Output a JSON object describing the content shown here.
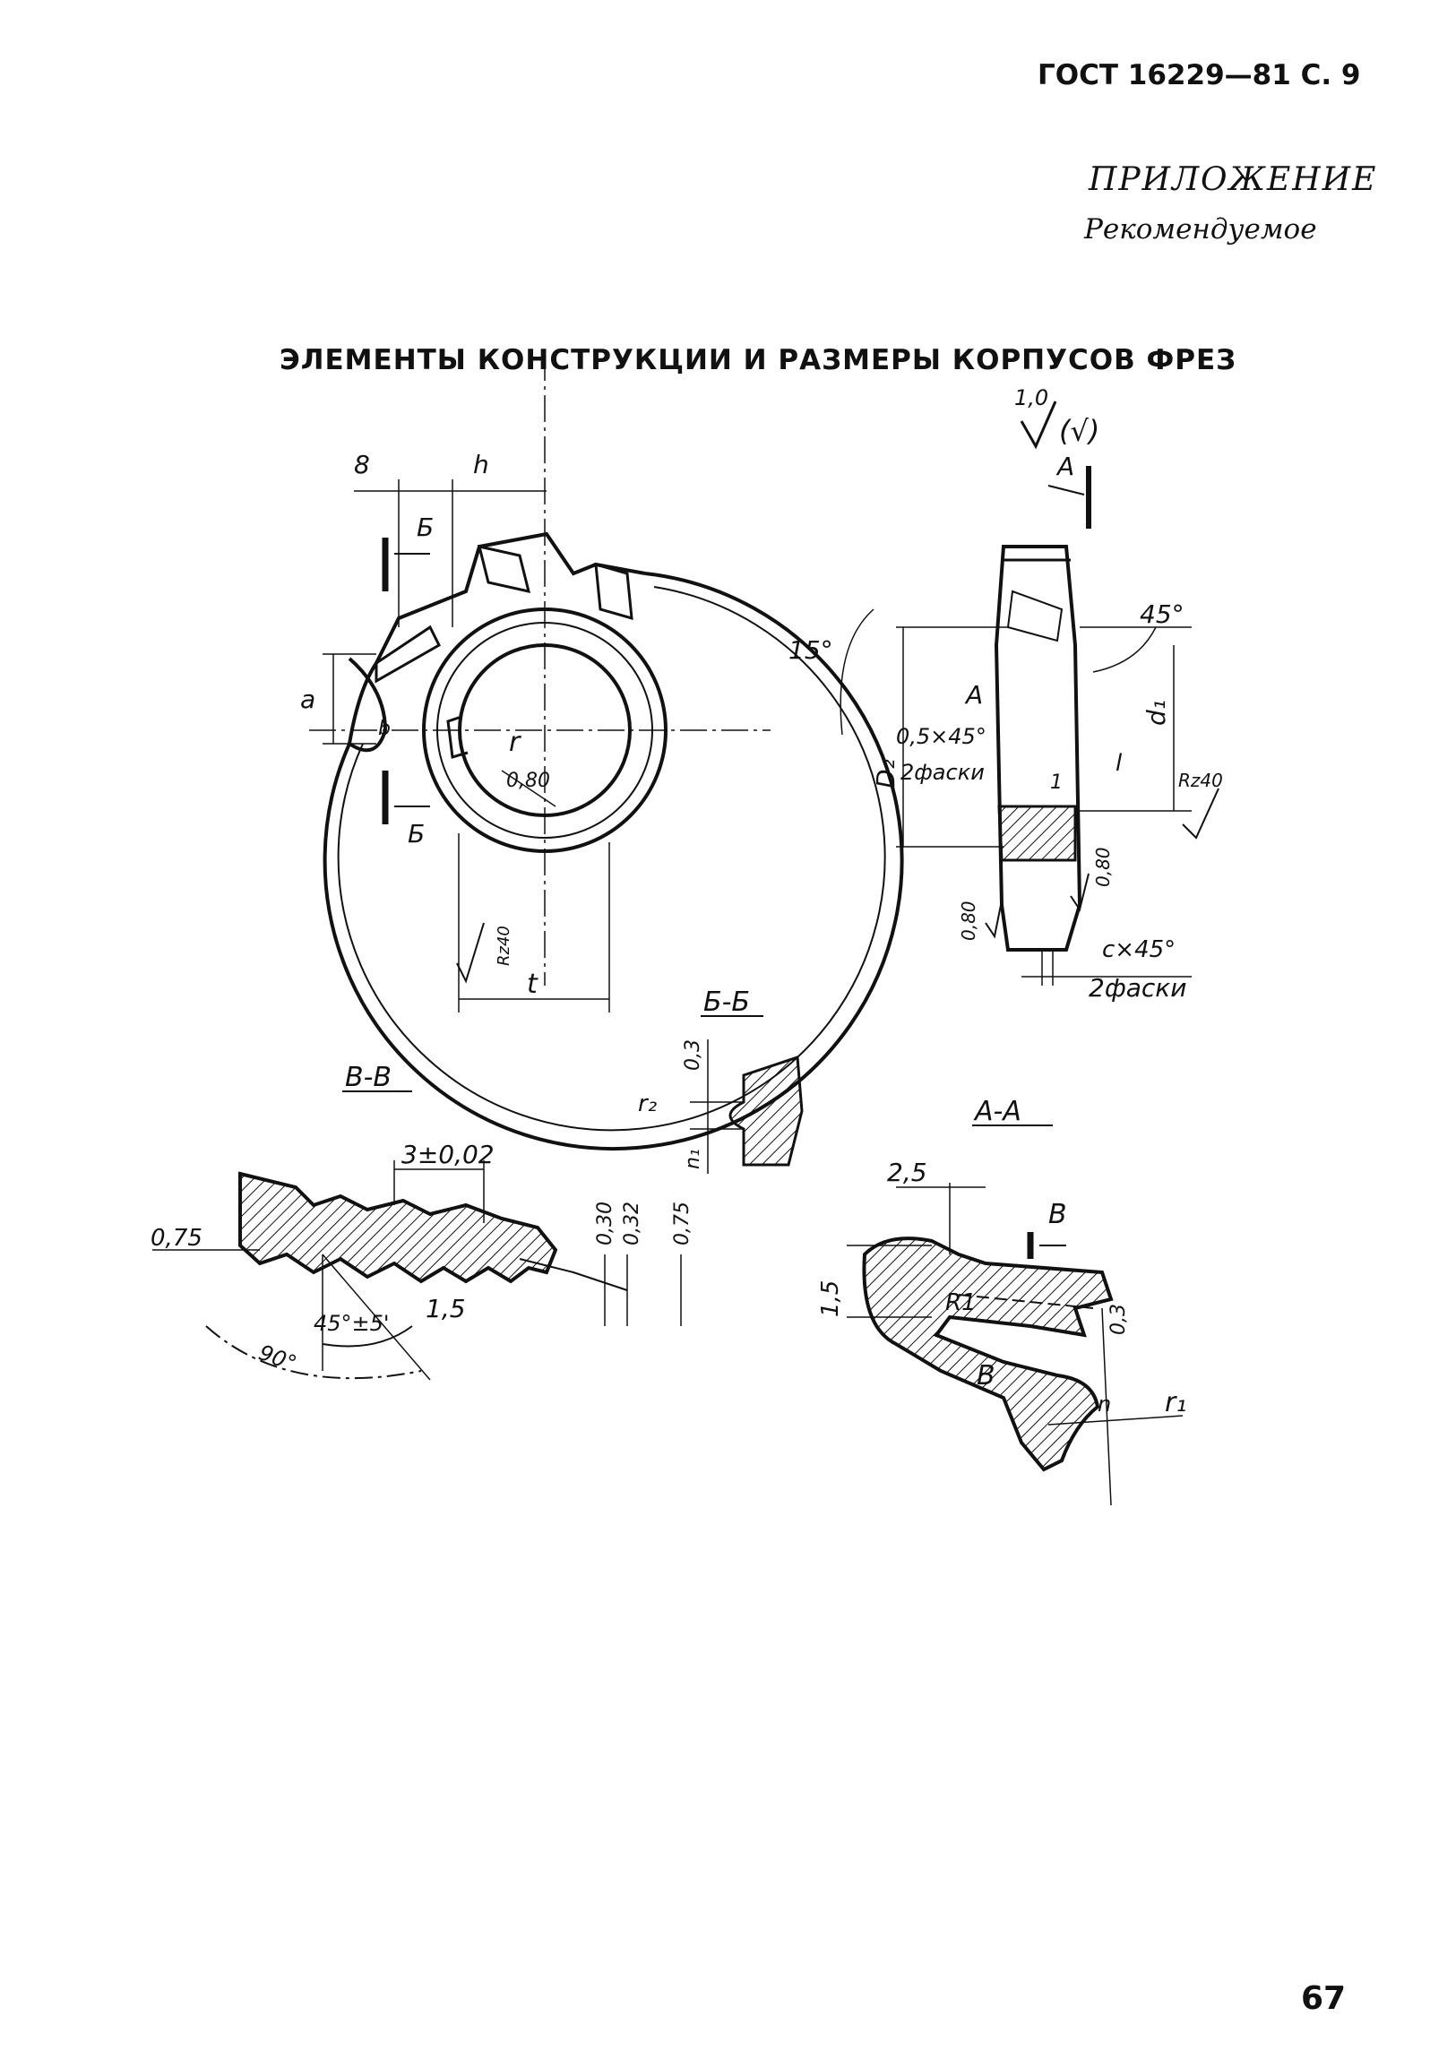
{
  "header": {
    "doc_ref": "ГОСТ 16229—81 С. 9"
  },
  "appendix": {
    "title": "ПРИЛОЖЕНИЕ",
    "status": "Рекомендуемое"
  },
  "section_title": "ЭЛЕМЕНТЫ КОНСТРУКЦИИ И РАЗМЕРЫ КОРПУСОВ ФРЕЗ",
  "roughness_note": {
    "value": "1,0",
    "paren": "(√)"
  },
  "front_view": {
    "dims": {
      "b_top": "8",
      "h": "h",
      "a": "a",
      "b": "b",
      "r": "r",
      "t": "t"
    },
    "section_marks": {
      "top": "Б",
      "bottom": "Б"
    },
    "roughness": {
      "bore": "0,80",
      "side": "Rz40"
    }
  },
  "side_view": {
    "section_mark": "А",
    "angle_top": "45°",
    "angle_left": "15°",
    "mark_a": "А",
    "d1": "d₁",
    "D2": "D₂",
    "chamfer_label": "0,5×45°",
    "chamfer_count": "2фаски",
    "l": "l",
    "one": "1",
    "rz": "Rz40",
    "rough_bottom_left": "0,80",
    "rough_bottom_right": "0,80",
    "c_chamfer": "c×45°",
    "c_count": "2фаски"
  },
  "section_bb": {
    "title": "Б-Б",
    "d03": "0,3",
    "r2": "r₂",
    "n1": "n₁"
  },
  "section_vv": {
    "title": "В-В",
    "pitch": "3±0,02",
    "d075_left": "0,75",
    "d030": "0,30",
    "d032": "0,32",
    "d075_right": "0,75",
    "d15": "1,5",
    "angle_tol": "45°±5'",
    "angle_90": "90°"
  },
  "section_aa": {
    "title": "А-А",
    "d25": "2,5",
    "mark_v_top": "В",
    "d15": "1,5",
    "R1": "R1",
    "mark_v_bottom": "В",
    "d03": "0,3",
    "n": "n",
    "r1": "r₁"
  },
  "page_number": "67"
}
